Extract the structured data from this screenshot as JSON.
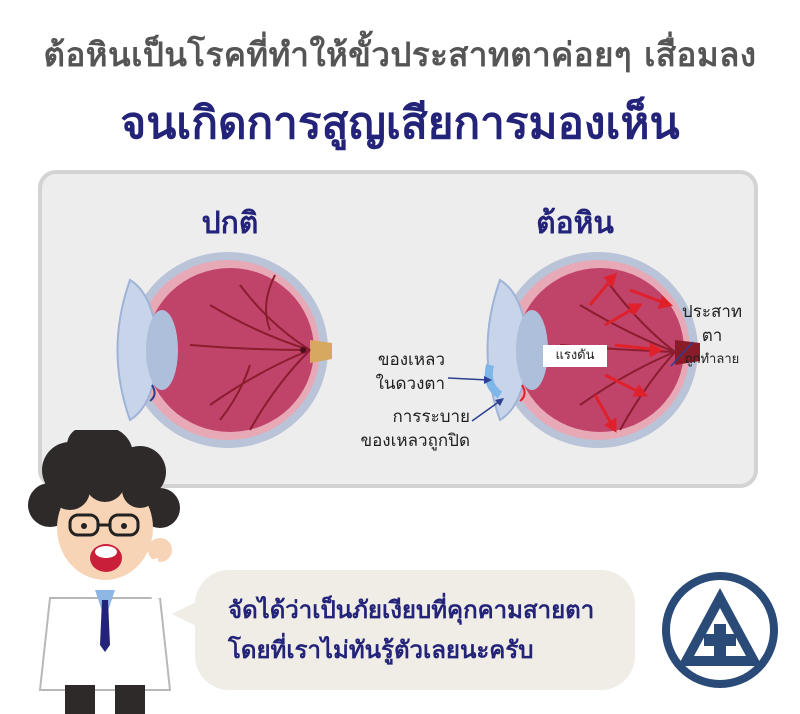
{
  "header": {
    "line1": "ต้อหินเป็นโรคที่ทำให้ขั้วประสาทตาค่อยๆ เสื่อมลง",
    "line2": "จนเกิดการสูญเสียการมองเห็น"
  },
  "panel": {
    "normal_title": "ปกติ",
    "glaucoma_title": "ต้อหิน",
    "labels": {
      "fluid_line1": "ของเหลว",
      "fluid_line2": "ในดวงตา",
      "drain_line1": "การระบาย",
      "drain_line2": "ของเหลวถูกปิด",
      "pressure": "แรงดัน",
      "nerve_line1": "ประสาทตา",
      "nerve_line2": "ถูกทำลาย"
    }
  },
  "speech": {
    "line1": "จัดได้ว่าเป็นภัยเงียบที่คุกคามสายตา",
    "line2": "โดยที่เราไม่ทันรู้ตัวเลยนะครับ"
  },
  "colors": {
    "title_navy": "#23237a",
    "headline_grey": "#555555",
    "eye_red": "#c0436a",
    "vessel": "#8b1d2e",
    "arrow_red": "#e0202a",
    "panel_bg": "#ededed"
  }
}
